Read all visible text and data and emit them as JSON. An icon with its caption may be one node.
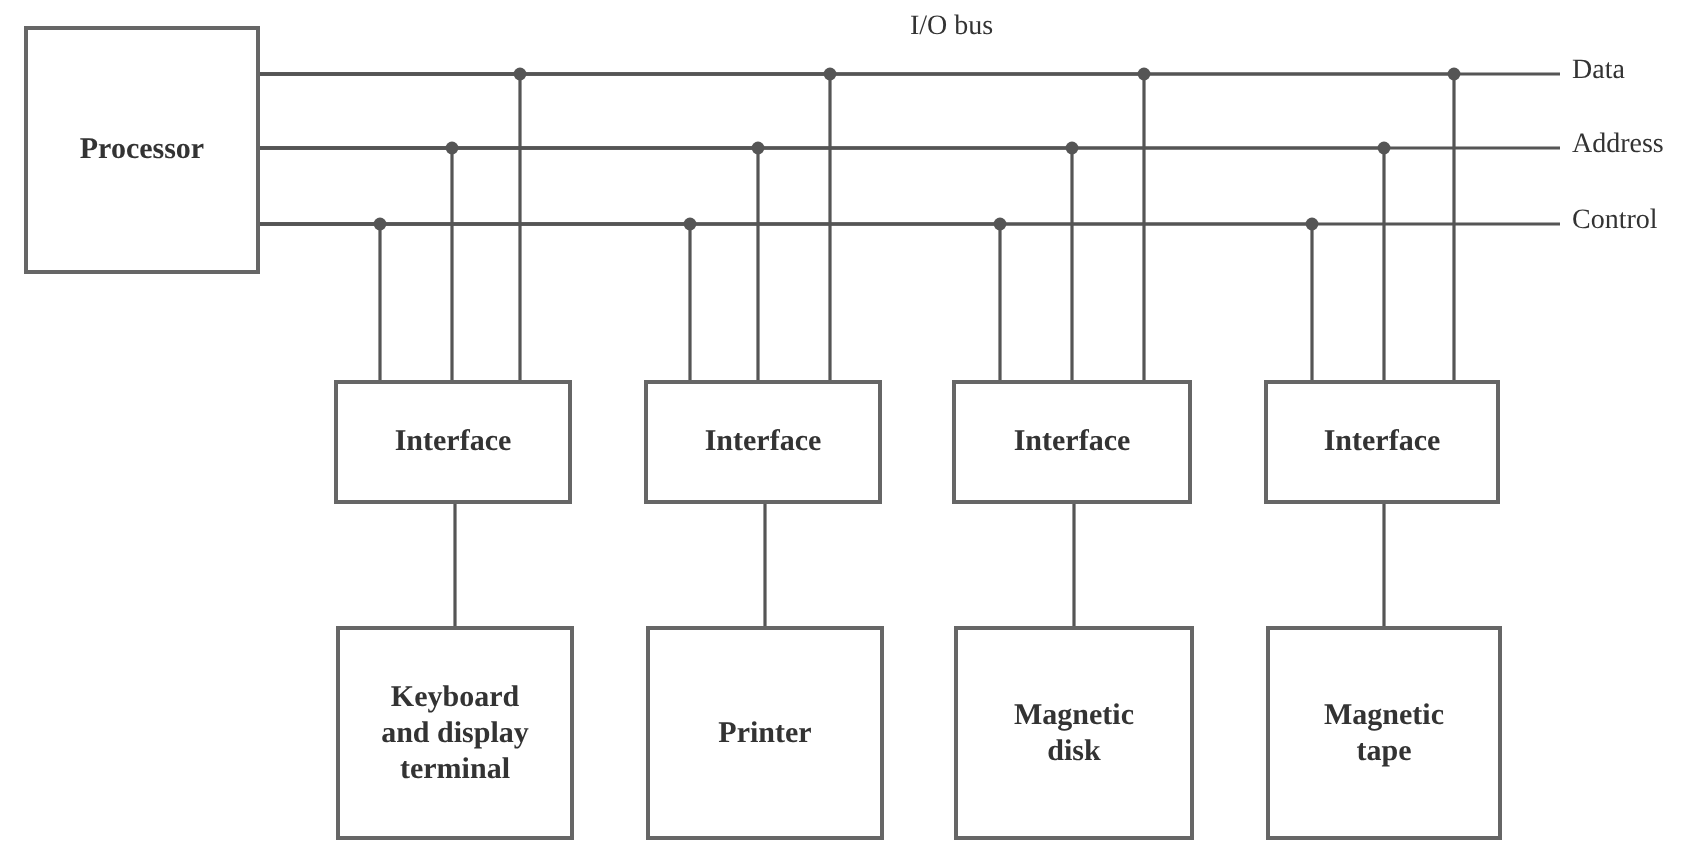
{
  "diagram": {
    "nodes": [
      {
        "text": [
          "Processor"
        ]
      },
      {
        "text": [
          "Interface"
        ]
      },
      {
        "text": [
          "Interface"
        ]
      },
      {
        "text": [
          "Interface"
        ]
      },
      {
        "text": [
          "Interface"
        ]
      },
      {
        "text": [
          "Keyboard and display terminal"
        ]
      },
      {
        "text": [
          "Printer"
        ]
      },
      {
        "text": [
          "Magnetic disk"
        ]
      },
      {
        "text": [
          "Magnetic tape"
        ]
      },
      {
        "text": [
          "Data"
        ]
      },
      {
        "text": [
          "Address"
        ]
      },
      {
        "text": [
          "Control"
        ]
      }
    ],
    "edges": [
      {
        "from": 0,
        "to": 9,
        "arrow": "none"
      },
      {
        "from": 0,
        "to": 10,
        "arrow": "none"
      },
      {
        "from": 0,
        "to": 11,
        "arrow": "none"
      },
      {
        "from": 1,
        "to": 0,
        "arrow": "none"
      },
      {
        "from": 1,
        "to": 0,
        "arrow": "none"
      },
      {
        "from": 1,
        "to": 0,
        "arrow": "none"
      },
      {
        "from": 2,
        "to": 0,
        "arrow": "none"
      },
      {
        "from": 2,
        "to": 0,
        "arrow": "none"
      },
      {
        "from": 2,
        "to": 0,
        "arrow": "none"
      },
      {
        "from": 3,
        "to": 0,
        "arrow": "none"
      },
      {
        "from": 3,
        "to": 0,
        "arrow": "none"
      },
      {
        "from": 3,
        "to": 0,
        "arrow": "none"
      },
      {
        "from": 4,
        "to": 0,
        "arrow": "none"
      },
      {
        "from": 4,
        "to": 0,
        "arrow": "none"
      },
      {
        "from": 4,
        "to": 0,
        "arrow": "none"
      },
      {
        "from": 1,
        "to": 5,
        "arrow": "none"
      },
      {
        "from": 2,
        "to": 6,
        "arrow": "none"
      },
      {
        "from": 3,
        "to": 7,
        "arrow": "none"
      },
      {
        "from": 4,
        "to": 8,
        "arrow": "none"
      }
    ],
    "labels": [
      "I/O bus"
    ]
  }
}
